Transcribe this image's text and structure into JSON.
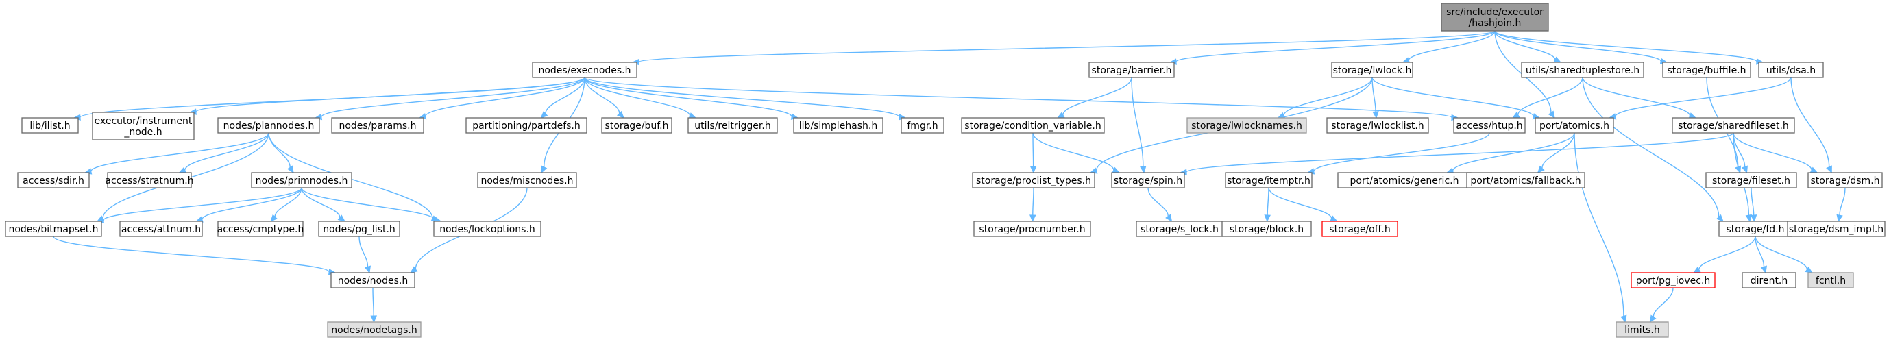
{
  "title": "src/include/executor/hashjoin.h",
  "colors": {
    "edge": "#63b8ff",
    "node_border": "#666666",
    "root_fill": "#999999",
    "missing_fill": "#e0e0e0",
    "broken_border": "#ff0000"
  },
  "nodes": [
    {
      "id": "root",
      "lines": [
        "src/include/executor",
        "/hashjoin.h"
      ],
      "style": "root"
    },
    {
      "id": "execnodes",
      "lines": [
        "nodes/execnodes.h"
      ],
      "style": "normal"
    },
    {
      "id": "barrier",
      "lines": [
        "storage/barrier.h"
      ],
      "style": "normal"
    },
    {
      "id": "lwlock",
      "lines": [
        "storage/lwlock.h"
      ],
      "style": "normal"
    },
    {
      "id": "sharedtuplestore",
      "lines": [
        "utils/sharedtuplestore.h"
      ],
      "style": "normal"
    },
    {
      "id": "buffile",
      "lines": [
        "storage/buffile.h"
      ],
      "style": "normal"
    },
    {
      "id": "dsa",
      "lines": [
        "utils/dsa.h"
      ],
      "style": "normal"
    },
    {
      "id": "ilist",
      "lines": [
        "lib/ilist.h"
      ],
      "style": "normal"
    },
    {
      "id": "instrument",
      "lines": [
        "executor/instrument",
        "_node.h"
      ],
      "style": "normal"
    },
    {
      "id": "plannodes",
      "lines": [
        "nodes/plannodes.h"
      ],
      "style": "normal"
    },
    {
      "id": "params",
      "lines": [
        "nodes/params.h"
      ],
      "style": "normal"
    },
    {
      "id": "partdefs",
      "lines": [
        "partitioning/partdefs.h"
      ],
      "style": "normal"
    },
    {
      "id": "buf",
      "lines": [
        "storage/buf.h"
      ],
      "style": "normal"
    },
    {
      "id": "reltrigger",
      "lines": [
        "utils/reltrigger.h"
      ],
      "style": "normal"
    },
    {
      "id": "simplehash",
      "lines": [
        "lib/simplehash.h"
      ],
      "style": "normal"
    },
    {
      "id": "fmgr",
      "lines": [
        "fmgr.h"
      ],
      "style": "normal"
    },
    {
      "id": "condvar",
      "lines": [
        "storage/condition_variable.h"
      ],
      "style": "normal"
    },
    {
      "id": "lwlocknames",
      "lines": [
        "storage/lwlocknames.h"
      ],
      "style": "missing"
    },
    {
      "id": "lwlocklist",
      "lines": [
        "storage/lwlocklist.h"
      ],
      "style": "normal"
    },
    {
      "id": "htup",
      "lines": [
        "access/htup.h"
      ],
      "style": "normal"
    },
    {
      "id": "atomics",
      "lines": [
        "port/atomics.h"
      ],
      "style": "normal"
    },
    {
      "id": "sharedfileset",
      "lines": [
        "storage/sharedfileset.h"
      ],
      "style": "normal"
    },
    {
      "id": "sdir",
      "lines": [
        "access/sdir.h"
      ],
      "style": "normal"
    },
    {
      "id": "stratnum",
      "lines": [
        "access/stratnum.h"
      ],
      "style": "normal"
    },
    {
      "id": "primnodes",
      "lines": [
        "nodes/primnodes.h"
      ],
      "style": "normal"
    },
    {
      "id": "miscnodes",
      "lines": [
        "nodes/miscnodes.h"
      ],
      "style": "normal"
    },
    {
      "id": "proclist",
      "lines": [
        "storage/proclist_types.h"
      ],
      "style": "normal"
    },
    {
      "id": "spin",
      "lines": [
        "storage/spin.h"
      ],
      "style": "normal"
    },
    {
      "id": "itemptr",
      "lines": [
        "storage/itemptr.h"
      ],
      "style": "normal"
    },
    {
      "id": "generic",
      "lines": [
        "port/atomics/generic.h"
      ],
      "style": "normal"
    },
    {
      "id": "fallback",
      "lines": [
        "port/atomics/fallback.h"
      ],
      "style": "normal"
    },
    {
      "id": "fileset",
      "lines": [
        "storage/fileset.h"
      ],
      "style": "normal"
    },
    {
      "id": "dsm",
      "lines": [
        "storage/dsm.h"
      ],
      "style": "normal"
    },
    {
      "id": "bitmapset",
      "lines": [
        "nodes/bitmapset.h"
      ],
      "style": "normal"
    },
    {
      "id": "attnum",
      "lines": [
        "access/attnum.h"
      ],
      "style": "normal"
    },
    {
      "id": "cmptype",
      "lines": [
        "access/cmptype.h"
      ],
      "style": "normal"
    },
    {
      "id": "pg_list",
      "lines": [
        "nodes/pg_list.h"
      ],
      "style": "normal"
    },
    {
      "id": "lockoptions",
      "lines": [
        "nodes/lockoptions.h"
      ],
      "style": "normal"
    },
    {
      "id": "procnumber",
      "lines": [
        "storage/procnumber.h"
      ],
      "style": "normal"
    },
    {
      "id": "s_lock",
      "lines": [
        "storage/s_lock.h"
      ],
      "style": "normal"
    },
    {
      "id": "block",
      "lines": [
        "storage/block.h"
      ],
      "style": "normal"
    },
    {
      "id": "off",
      "lines": [
        "storage/off.h"
      ],
      "style": "broken"
    },
    {
      "id": "fd",
      "lines": [
        "storage/fd.h"
      ],
      "style": "normal"
    },
    {
      "id": "dsm_impl",
      "lines": [
        "storage/dsm_impl.h"
      ],
      "style": "normal"
    },
    {
      "id": "nodes",
      "lines": [
        "nodes/nodes.h"
      ],
      "style": "normal"
    },
    {
      "id": "pg_iovec",
      "lines": [
        "port/pg_iovec.h"
      ],
      "style": "broken"
    },
    {
      "id": "dirent",
      "lines": [
        "dirent.h"
      ],
      "style": "normal"
    },
    {
      "id": "fcntl",
      "lines": [
        "fcntl.h"
      ],
      "style": "missing"
    },
    {
      "id": "nodetags",
      "lines": [
        "nodes/nodetags.h"
      ],
      "style": "missing"
    },
    {
      "id": "limits",
      "lines": [
        "limits.h"
      ],
      "style": "missing"
    }
  ],
  "edges": [
    [
      "root",
      "execnodes"
    ],
    [
      "root",
      "barrier"
    ],
    [
      "root",
      "lwlock"
    ],
    [
      "root",
      "atomics"
    ],
    [
      "root",
      "sharedtuplestore"
    ],
    [
      "root",
      "buffile"
    ],
    [
      "root",
      "dsa"
    ],
    [
      "execnodes",
      "ilist"
    ],
    [
      "execnodes",
      "instrument"
    ],
    [
      "execnodes",
      "plannodes"
    ],
    [
      "execnodes",
      "params"
    ],
    [
      "execnodes",
      "partdefs"
    ],
    [
      "execnodes",
      "buf"
    ],
    [
      "execnodes",
      "reltrigger"
    ],
    [
      "execnodes",
      "simplehash"
    ],
    [
      "execnodes",
      "fmgr"
    ],
    [
      "execnodes",
      "miscnodes"
    ],
    [
      "execnodes",
      "htup"
    ],
    [
      "barrier",
      "condvar"
    ],
    [
      "barrier",
      "spin"
    ],
    [
      "lwlock",
      "proclist"
    ],
    [
      "lwlock",
      "lwlocknames"
    ],
    [
      "lwlock",
      "lwlocklist"
    ],
    [
      "lwlock",
      "atomics"
    ],
    [
      "sharedtuplestore",
      "htup"
    ],
    [
      "sharedtuplestore",
      "sharedfileset"
    ],
    [
      "sharedtuplestore",
      "fd"
    ],
    [
      "buffile",
      "fileset"
    ],
    [
      "dsa",
      "atomics"
    ],
    [
      "dsa",
      "dsm"
    ],
    [
      "plannodes",
      "sdir"
    ],
    [
      "plannodes",
      "stratnum"
    ],
    [
      "plannodes",
      "primnodes"
    ],
    [
      "plannodes",
      "bitmapset"
    ],
    [
      "plannodes",
      "lockoptions"
    ],
    [
      "condvar",
      "proclist"
    ],
    [
      "condvar",
      "spin"
    ],
    [
      "htup",
      "itemptr"
    ],
    [
      "atomics",
      "generic"
    ],
    [
      "atomics",
      "fallback"
    ],
    [
      "atomics",
      "limits"
    ],
    [
      "sharedfileset",
      "spin"
    ],
    [
      "sharedfileset",
      "fileset"
    ],
    [
      "sharedfileset",
      "dsm"
    ],
    [
      "sharedfileset",
      "fd"
    ],
    [
      "primnodes",
      "bitmapset"
    ],
    [
      "primnodes",
      "attnum"
    ],
    [
      "primnodes",
      "cmptype"
    ],
    [
      "primnodes",
      "pg_list"
    ],
    [
      "primnodes",
      "lockoptions"
    ],
    [
      "miscnodes",
      "nodes"
    ],
    [
      "proclist",
      "procnumber"
    ],
    [
      "spin",
      "s_lock"
    ],
    [
      "itemptr",
      "block"
    ],
    [
      "itemptr",
      "off"
    ],
    [
      "fileset",
      "fd"
    ],
    [
      "dsm",
      "dsm_impl"
    ],
    [
      "bitmapset",
      "nodes"
    ],
    [
      "pg_list",
      "nodes"
    ],
    [
      "fd",
      "pg_iovec"
    ],
    [
      "fd",
      "dirent"
    ],
    [
      "fd",
      "fcntl"
    ],
    [
      "nodes",
      "nodetags"
    ],
    [
      "pg_iovec",
      "limits"
    ]
  ]
}
